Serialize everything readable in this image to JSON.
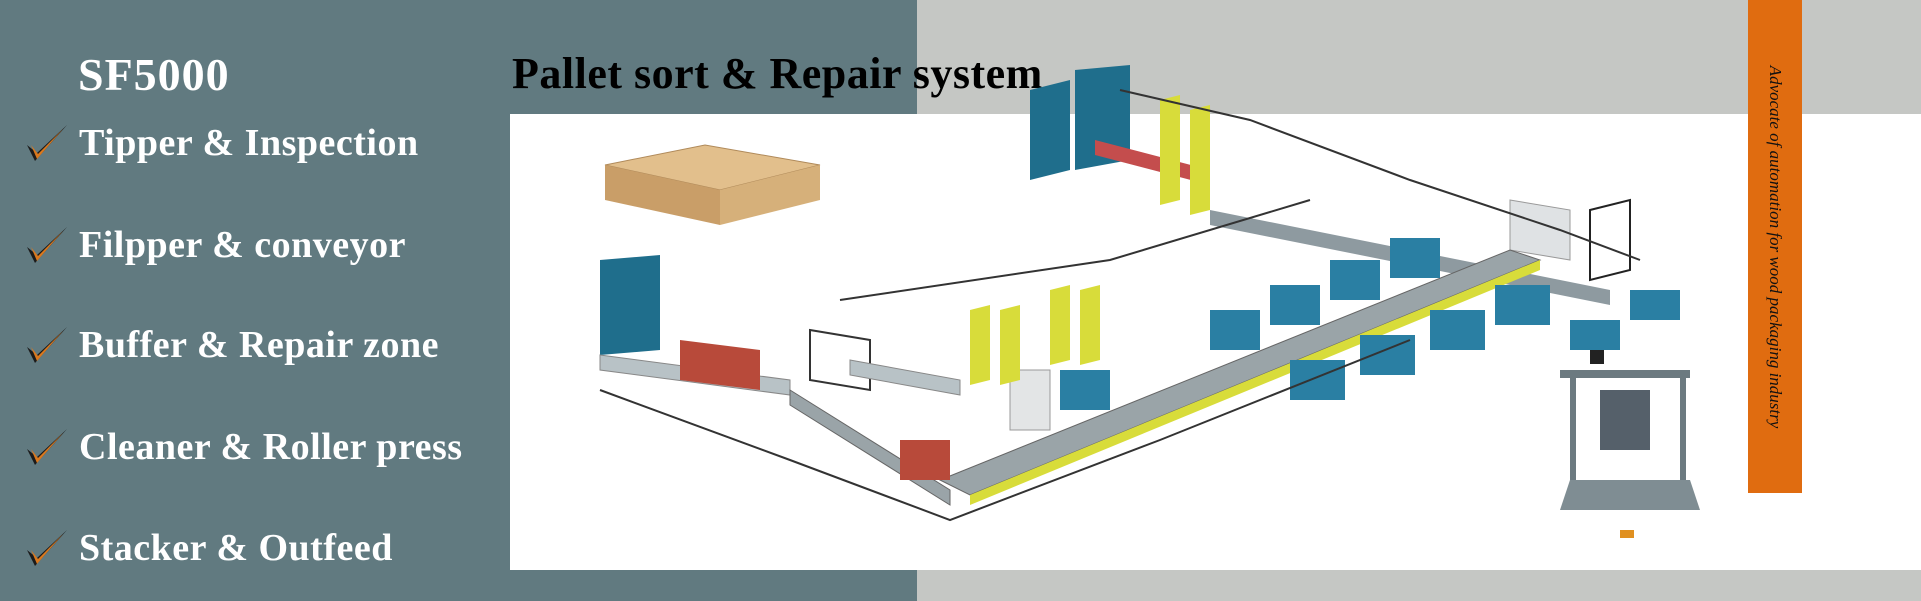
{
  "header": {
    "model": "SF5000",
    "title": "Pallet sort & Repair system"
  },
  "features": [
    {
      "label": "Tipper & Inspection",
      "icon": "checkmark-icon"
    },
    {
      "label": "Filpper & conveyor",
      "icon": "checkmark-icon"
    },
    {
      "label": "Buffer & Repair zone",
      "icon": "checkmark-icon"
    },
    {
      "label": "Cleaner & Roller press",
      "icon": "checkmark-icon"
    },
    {
      "label": "Stacker & Outfeed",
      "icon": "checkmark-icon"
    }
  ],
  "tagline": "Advocate of automation for wood packaging industry",
  "colors": {
    "panel": "#617a80",
    "band": "#c5c7c4",
    "accent": "#e06c10",
    "machine_blue": "#1f6e8c",
    "fence_yellow": "#d8dc3a"
  }
}
